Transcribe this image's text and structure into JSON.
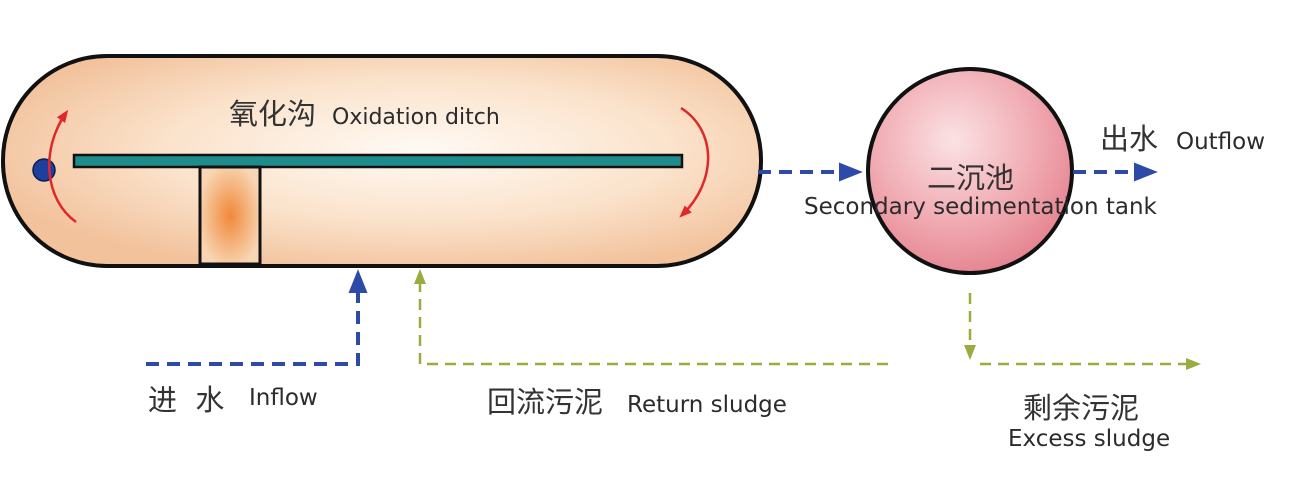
{
  "oxidation_ditch": {
    "label_cn": "氧化沟",
    "label_en": "Oxidation ditch"
  },
  "secondary_tank": {
    "label_cn": "二沉池",
    "label_en": "Secondary sedimentation tank"
  },
  "outflow": {
    "label_cn": "出水",
    "label_en": "Outflow"
  },
  "inflow": {
    "label_cn": "进  水",
    "label_en": "Inflow"
  },
  "return_sludge": {
    "label_cn": "回流污泥",
    "label_en": "Return sludge"
  },
  "excess_sludge": {
    "label_cn": "剩余污泥",
    "label_en": "Excess sludge"
  },
  "colors": {
    "water_flow": "#2d4aa6",
    "sludge_flow": "#9aac3f",
    "ditch_fill": "#f4c8a4",
    "tank_fill": "#e98e98",
    "rotor_bar": "#1f8c8c",
    "rotation_arrow": "#e0282a",
    "aerator_dot": "#1e3f9c"
  }
}
